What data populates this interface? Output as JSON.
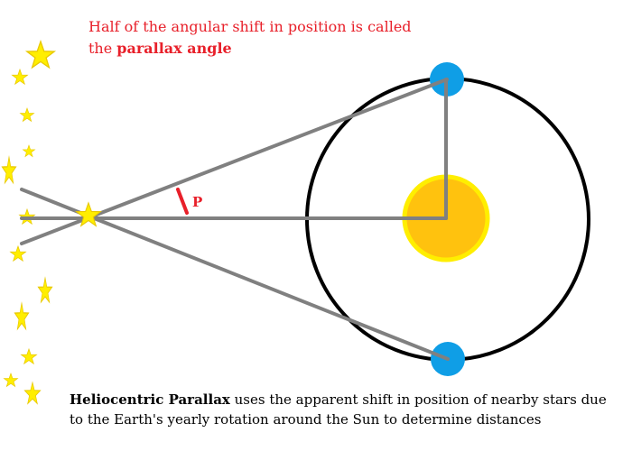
{
  "caption_top": {
    "line1": "Half of the angular shift in position is called",
    "line2_prefix": "the ",
    "line2_bold": "parallax angle"
  },
  "angle_label": "P",
  "caption_bottom": {
    "bold": "Heliocentric Parallax",
    "rest": " uses the apparent shift in position of nearby stars due to the Earth's yearly rotation around the Sun to determine distances"
  },
  "colors": {
    "caption_red": "#e8202a",
    "sight_lines": "#808080",
    "orbit": "#000000",
    "sun_fill": "#ffc20e",
    "sun_rim": "#ffee00",
    "earth": "#0f9ee6",
    "star": "#ffee00",
    "angle_marker": "#e8202a"
  }
}
